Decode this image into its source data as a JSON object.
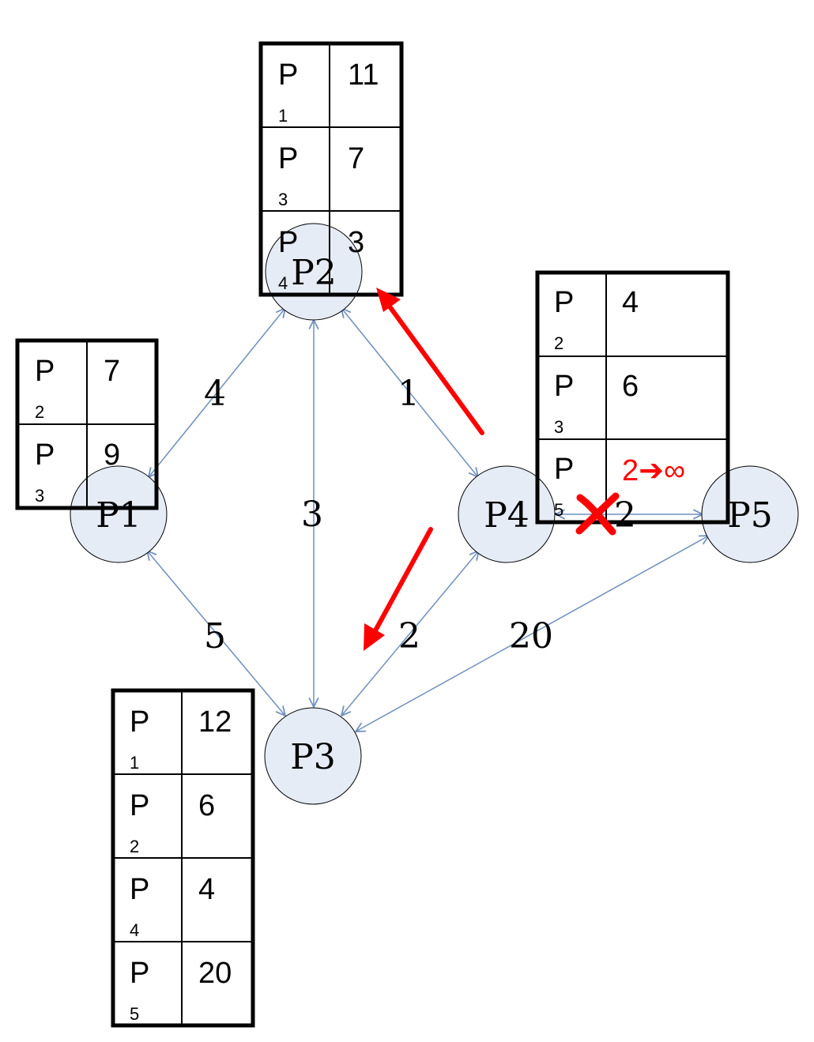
{
  "colors": {
    "node_fill": "#e6ecf6",
    "edge": "#6f8fbd",
    "table_border": "#000000",
    "highlight": "#ff0000"
  },
  "nodes": [
    {
      "id": "p1",
      "label": "P1"
    },
    {
      "id": "p2",
      "label": "P2"
    },
    {
      "id": "p3",
      "label": "P3"
    },
    {
      "id": "p4",
      "label": "P4"
    },
    {
      "id": "p5",
      "label": "P5"
    }
  ],
  "edges": [
    {
      "id": "p1-p2",
      "weight": "4"
    },
    {
      "id": "p2-p3",
      "weight": "3"
    },
    {
      "id": "p2-p4",
      "weight": "1"
    },
    {
      "id": "p1-p3",
      "weight": "5"
    },
    {
      "id": "p3-p4",
      "weight": "2"
    },
    {
      "id": "p3-p5",
      "weight": "20"
    },
    {
      "id": "p4-p5",
      "weight": "2"
    }
  ],
  "tables": {
    "p1": {
      "rows": [
        {
          "dest": "P",
          "sub": "2",
          "cost": "7"
        },
        {
          "dest": "P",
          "sub": "3",
          "cost": "9"
        }
      ]
    },
    "p2": {
      "rows": [
        {
          "dest": "P",
          "sub": "1",
          "cost": "11"
        },
        {
          "dest": "P",
          "sub": "3",
          "cost": "7"
        },
        {
          "dest": "P",
          "sub": "4",
          "cost": "3"
        }
      ]
    },
    "p3": {
      "rows": [
        {
          "dest": "P",
          "sub": "1",
          "cost": "12"
        },
        {
          "dest": "P",
          "sub": "2",
          "cost": "6"
        },
        {
          "dest": "P",
          "sub": "4",
          "cost": "4"
        },
        {
          "dest": "P",
          "sub": "5",
          "cost": "20"
        }
      ]
    },
    "p4": {
      "rows": [
        {
          "dest": "P",
          "sub": "2",
          "cost": "4"
        },
        {
          "dest": "P",
          "sub": "3",
          "cost": "6"
        },
        {
          "dest": "P",
          "sub": "5",
          "cost": "2➔∞"
        }
      ]
    }
  },
  "annotations": {
    "broken_link_mark": "cross-mark",
    "update_arrows": [
      "arrow-p4-to-p2",
      "arrow-p4-to-p3"
    ]
  }
}
